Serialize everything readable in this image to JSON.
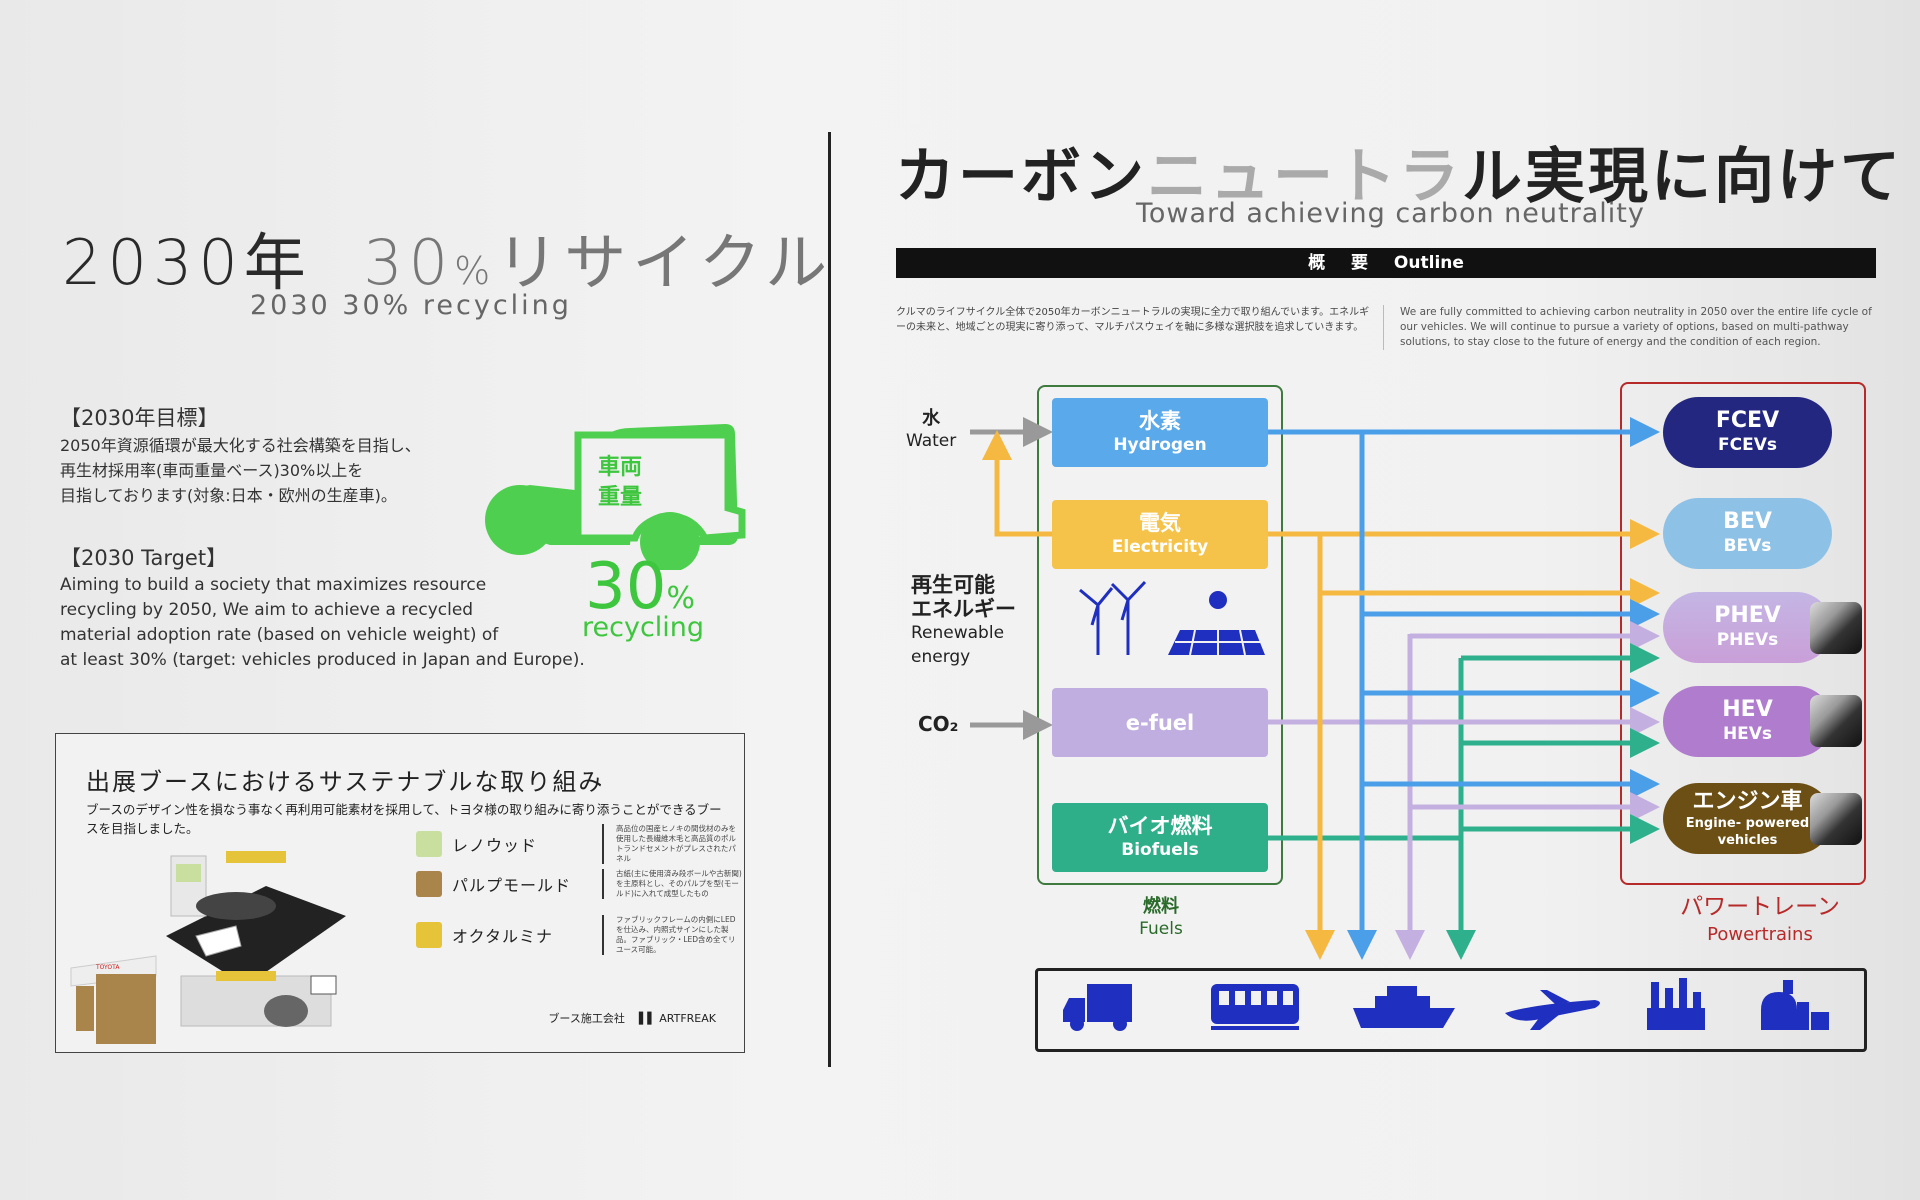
{
  "left": {
    "title": {
      "year": "2030年",
      "pct": "30",
      "pct_unit": "%",
      "rest": "リサイクル"
    },
    "subtitle": "2030 30% recycling",
    "jp_heading": "【2030年目標】",
    "jp_lines": [
      "2050年資源循環が最大化する社会構築を目指し、",
      "再生材採用率(車両重量ベース)30%以上を",
      "目指しております(対象:日本・欧州の生産車)。"
    ],
    "en_heading": "【2030 Target】",
    "en_lines": [
      "Aiming to build a society that maximizes resource",
      "recycling by 2050, We aim to achieve a recycled",
      "material adoption rate (based on vehicle weight) of",
      "at least 30% (target: vehicles produced in Japan and Europe)."
    ],
    "car_label": [
      "車両",
      "重量"
    ],
    "big_pct": "30",
    "big_pct_unit": "%",
    "big_label": "recycling",
    "booth": {
      "title": "出展ブースにおけるサステナブルな取り組み",
      "desc": "ブースのデザイン性を損なう事なく再利用可能素材を採用して、トヨタ様の取り組みに寄り添うことができるブースを目指しました。",
      "materials": [
        {
          "name": "レノウッド",
          "color": "#c9dfa0",
          "desc": "高品位の国産ヒノキの間伐材のみを使用した長繊維木毛と高品質のポルトランドセメントがプレスされたパネル"
        },
        {
          "name": "パルプモールド",
          "color": "#a9854c",
          "desc": "古紙(主に使用済み段ボールや古新聞)を主原料とし、そのパルプを型(モールド)に入れて成型したもの"
        },
        {
          "name": "オクタルミナ",
          "color": "#e6c43a",
          "desc": "ファブリックフレームの内側にLEDを仕込み、内照式サインにした製品。ファブリック・LED含め全てリユース可能。"
        }
      ],
      "credit_label": "ブース施工会社",
      "credit_company": "ARTFREAK",
      "sign": "TOYOTA"
    }
  },
  "right": {
    "title_a": "カーボン",
    "title_b": "ニュートラ",
    "title_c": "ル実現に向けて",
    "subtitle": "Toward achieving carbon neutrality",
    "outline_bar": "概 要  Outline",
    "desc_jp": "クルマのライフサイクル全体で2050年カーボンニュートラルの実現に全力で取り組んでいます。エネルギーの未来と、地域ごとの現実に寄り添って、マルチパスウェイを軸に多様な選択肢を追求していきます。",
    "desc_en": "We are fully committed to achieving carbon neutrality in 2050 over the entire life cycle of our vehicles. We will continue to pursue a variety of options, based on multi-pathway solutions, to stay close to the future of energy and the condition of each region.",
    "inputs": {
      "water_jp": "水",
      "water_en": "Water",
      "renew_jp1": "再生可能",
      "renew_jp2": "エネルギー",
      "renew_en1": "Renewable",
      "renew_en2": "energy",
      "co2": "CO₂"
    },
    "fuels": [
      {
        "jp": "水素",
        "en": "Hydrogen",
        "color": "#5aa9ea"
      },
      {
        "jp": "電気",
        "en": "Electricity",
        "color": "#f5c24a"
      },
      {
        "jp": "",
        "en": "e-fuel",
        "color": "#c1aee0"
      },
      {
        "jp": "バイオ燃料",
        "en": "Biofuels",
        "color": "#2fae8a"
      }
    ],
    "fuels_label_jp": "燃料",
    "fuels_label_en": "Fuels",
    "powertrains": [
      {
        "jp": "FCEV",
        "en": "FCEVs",
        "color": "#24277f"
      },
      {
        "jp": "BEV",
        "en": "BEVs",
        "color": "#8ec1e6"
      },
      {
        "jp": "PHEV",
        "en": "PHEVs",
        "color": "#c9a8e0"
      },
      {
        "jp": "HEV",
        "en": "HEVs",
        "color": "#b07ccd"
      },
      {
        "jp": "エンジン車",
        "en": "Engine- powered vehicles",
        "color": "#6c4f14"
      }
    ],
    "powertrains_label_jp": "パワートレーン",
    "powertrains_label_en": "Powertrains",
    "transport_icons": [
      "truck-icon",
      "train-icon",
      "ship-icon",
      "airplane-icon",
      "factory-icon",
      "plant-icon"
    ],
    "colors": {
      "hydrogen_arrow": "#4a9fe8",
      "electric_arrow": "#f5b942",
      "efuel_arrow": "#c4b0e0",
      "bio_arrow": "#2fb08c",
      "input_arrow": "#999999",
      "icon_blue": "#1f2fbf"
    }
  }
}
